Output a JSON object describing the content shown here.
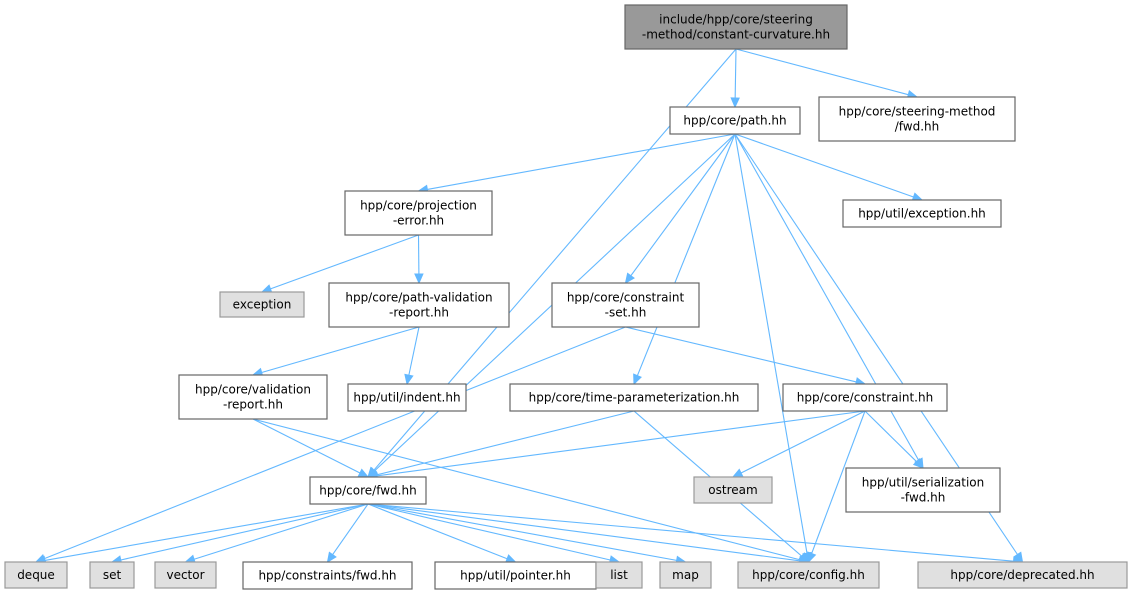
{
  "title": "include/hpp/core/steering-method/constant-curvature.hh",
  "colors": {
    "edge": "#63b8ff",
    "main_fill": "#999999",
    "system_fill": "#e0e0e0"
  },
  "nodes": [
    {
      "id": "main",
      "lines": [
        "include/hpp/core/steering",
        "-method/constant-curvature.hh"
      ],
      "kind": "main"
    },
    {
      "id": "path",
      "lines": [
        "hpp/core/path.hh"
      ],
      "kind": "normal"
    },
    {
      "id": "smfwd",
      "lines": [
        "hpp/core/steering-method",
        "/fwd.hh"
      ],
      "kind": "normal"
    },
    {
      "id": "projerr",
      "lines": [
        "hpp/core/projection",
        "-error.hh"
      ],
      "kind": "normal"
    },
    {
      "id": "utilexc",
      "lines": [
        "hpp/util/exception.hh"
      ],
      "kind": "normal"
    },
    {
      "id": "exception",
      "lines": [
        "exception"
      ],
      "kind": "system"
    },
    {
      "id": "pvr",
      "lines": [
        "hpp/core/path-validation",
        "-report.hh"
      ],
      "kind": "normal"
    },
    {
      "id": "cset",
      "lines": [
        "hpp/core/constraint",
        "-set.hh"
      ],
      "kind": "normal"
    },
    {
      "id": "vr",
      "lines": [
        "hpp/core/validation",
        "-report.hh"
      ],
      "kind": "normal"
    },
    {
      "id": "indent",
      "lines": [
        "hpp/util/indent.hh"
      ],
      "kind": "normal"
    },
    {
      "id": "tp",
      "lines": [
        "hpp/core/time-parameterization.hh"
      ],
      "kind": "normal"
    },
    {
      "id": "constraint",
      "lines": [
        "hpp/core/constraint.hh"
      ],
      "kind": "normal"
    },
    {
      "id": "ostream",
      "lines": [
        "ostream"
      ],
      "kind": "system"
    },
    {
      "id": "serfwd",
      "lines": [
        "hpp/util/serialization",
        "-fwd.hh"
      ],
      "kind": "normal"
    },
    {
      "id": "corefwd",
      "lines": [
        "hpp/core/fwd.hh"
      ],
      "kind": "normal"
    },
    {
      "id": "deque",
      "lines": [
        "deque"
      ],
      "kind": "system"
    },
    {
      "id": "set",
      "lines": [
        "set"
      ],
      "kind": "system"
    },
    {
      "id": "vector",
      "lines": [
        "vector"
      ],
      "kind": "system"
    },
    {
      "id": "cfwd",
      "lines": [
        "hpp/constraints/fwd.hh"
      ],
      "kind": "normal"
    },
    {
      "id": "pointer",
      "lines": [
        "hpp/util/pointer.hh"
      ],
      "kind": "normal"
    },
    {
      "id": "list",
      "lines": [
        "list"
      ],
      "kind": "system"
    },
    {
      "id": "map",
      "lines": [
        "map"
      ],
      "kind": "system"
    },
    {
      "id": "config",
      "lines": [
        "hpp/core/config.hh"
      ],
      "kind": "system"
    },
    {
      "id": "deprecated",
      "lines": [
        "hpp/core/deprecated.hh"
      ],
      "kind": "system"
    }
  ],
  "edges": [
    [
      "main",
      "path"
    ],
    [
      "main",
      "smfwd"
    ],
    [
      "main",
      "corefwd"
    ],
    [
      "path",
      "projerr"
    ],
    [
      "path",
      "utilexc"
    ],
    [
      "path",
      "cset"
    ],
    [
      "path",
      "tp"
    ],
    [
      "path",
      "serfwd"
    ],
    [
      "path",
      "corefwd"
    ],
    [
      "path",
      "config"
    ],
    [
      "path",
      "deprecated"
    ],
    [
      "projerr",
      "exception"
    ],
    [
      "projerr",
      "pvr"
    ],
    [
      "pvr",
      "vr"
    ],
    [
      "pvr",
      "indent"
    ],
    [
      "cset",
      "constraint"
    ],
    [
      "cset",
      "deque"
    ],
    [
      "vr",
      "corefwd"
    ],
    [
      "vr",
      "config"
    ],
    [
      "tp",
      "corefwd"
    ],
    [
      "tp",
      "config"
    ],
    [
      "constraint",
      "corefwd"
    ],
    [
      "constraint",
      "ostream"
    ],
    [
      "constraint",
      "serfwd"
    ],
    [
      "constraint",
      "config"
    ],
    [
      "corefwd",
      "deque"
    ],
    [
      "corefwd",
      "set"
    ],
    [
      "corefwd",
      "vector"
    ],
    [
      "corefwd",
      "cfwd"
    ],
    [
      "corefwd",
      "pointer"
    ],
    [
      "corefwd",
      "list"
    ],
    [
      "corefwd",
      "map"
    ],
    [
      "corefwd",
      "config"
    ],
    [
      "corefwd",
      "deprecated"
    ]
  ]
}
